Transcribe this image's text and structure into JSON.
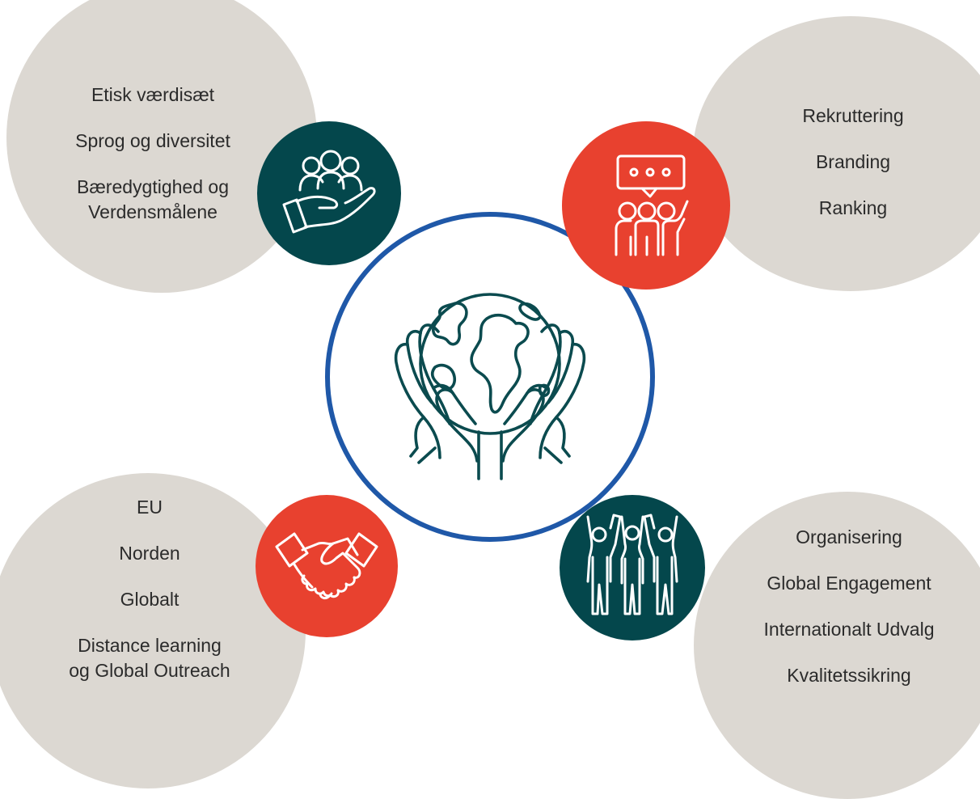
{
  "colors": {
    "bubble_bg": "#dcd8d2",
    "teal": "#04474c",
    "red": "#e8412f",
    "ring_blue": "#1f58a8",
    "icon_line": "#0b4b4f",
    "text": "#2b2b2b"
  },
  "center": {
    "icon": "hands-holding-globe-icon"
  },
  "top_left": {
    "icon": "hand-holding-people-icon",
    "items": [
      "Etisk værdisæt",
      "Sprog og diversitet",
      "Bæredygtighed og",
      "Verdensmålene"
    ]
  },
  "top_right": {
    "icon": "group-speech-bubble-icon",
    "items": [
      "Rekruttering",
      "Branding",
      "Ranking"
    ]
  },
  "bottom_left": {
    "icon": "handshake-icon",
    "items": [
      "EU",
      "Norden",
      "Globalt",
      "Distance learning",
      "og Global Outreach"
    ]
  },
  "bottom_right": {
    "icon": "raised-hands-people-icon",
    "items": [
      "Organisering",
      "Global Engagement",
      "Internationalt Udvalg",
      "Kvalitetssikring"
    ]
  }
}
